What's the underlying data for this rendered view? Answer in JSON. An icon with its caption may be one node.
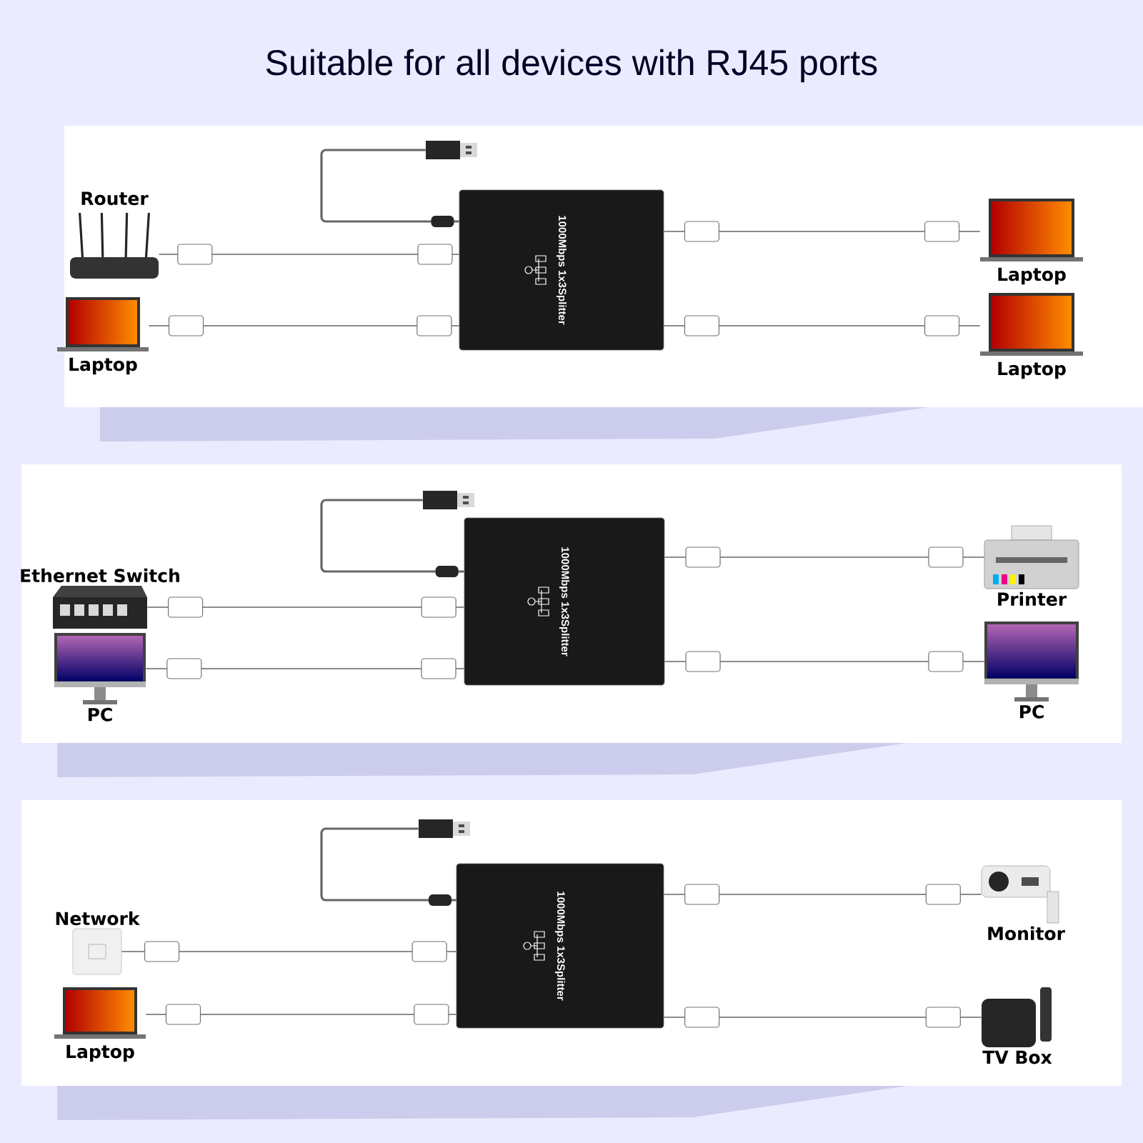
{
  "diagram": {
    "title": "Suitable for all devices with RJ45 ports",
    "nodes": [
      {
        "text": [],
        "shape": "box"
      },
      {
        "text": [
          "Router"
        ],
        "in": 0
      },
      {
        "text": [
          "Laptop"
        ],
        "in": 0
      },
      {
        "text": [],
        "shape": "box",
        "in": 0
      },
      {
        "text": [
          "1000Mbps 1x3Splitter"
        ],
        "in": 0
      },
      {
        "text": [
          "Laptop"
        ],
        "in": 0
      },
      {
        "text": [
          "Laptop"
        ],
        "in": 0
      },
      {
        "text": [],
        "shape": "box"
      },
      {
        "text": [
          "Ethernet Switch"
        ],
        "in": 7
      },
      {
        "text": [
          "PC"
        ],
        "in": 7
      },
      {
        "text": [],
        "shape": "box",
        "in": 7
      },
      {
        "text": [
          "1000Mbps 1x3Splitter"
        ],
        "in": 7
      },
      {
        "text": [
          "Printer"
        ],
        "in": 7
      },
      {
        "text": [
          "PC"
        ],
        "in": 7
      },
      {
        "text": [],
        "shape": "box"
      },
      {
        "text": [
          "Network"
        ],
        "in": 14
      },
      {
        "text": [
          "Laptop"
        ],
        "in": 14
      },
      {
        "text": [],
        "shape": "box",
        "in": 14
      },
      {
        "text": [
          "1000Mbps 1x3Splitter"
        ],
        "in": 14
      },
      {
        "text": [
          "Monitor"
        ],
        "in": 14
      },
      {
        "text": [
          "TV Box"
        ],
        "in": 14
      }
    ],
    "edges": [
      {
        "from": 1,
        "to": 4,
        "arrow": "none"
      },
      {
        "from": 2,
        "to": 4,
        "arrow": "none"
      },
      {
        "from": 4,
        "to": 3,
        "arrow": "other"
      },
      {
        "from": 4,
        "to": 5,
        "arrow": "none"
      },
      {
        "from": 4,
        "to": 6,
        "arrow": "none"
      },
      {
        "from": 8,
        "to": 11,
        "arrow": "none"
      },
      {
        "from": 9,
        "to": 11,
        "arrow": "none"
      },
      {
        "from": 11,
        "to": 10,
        "arrow": "other"
      },
      {
        "from": 11,
        "to": 12,
        "arrow": "none"
      },
      {
        "from": 11,
        "to": 13,
        "arrow": "none"
      },
      {
        "from": 15,
        "to": 18,
        "arrow": "none"
      },
      {
        "from": 16,
        "to": 18,
        "arrow": "none"
      },
      {
        "from": 18,
        "to": 17,
        "arrow": "other"
      },
      {
        "from": 18,
        "to": 19,
        "arrow": "none"
      },
      {
        "from": 18,
        "to": 20,
        "arrow": "none"
      }
    ]
  }
}
